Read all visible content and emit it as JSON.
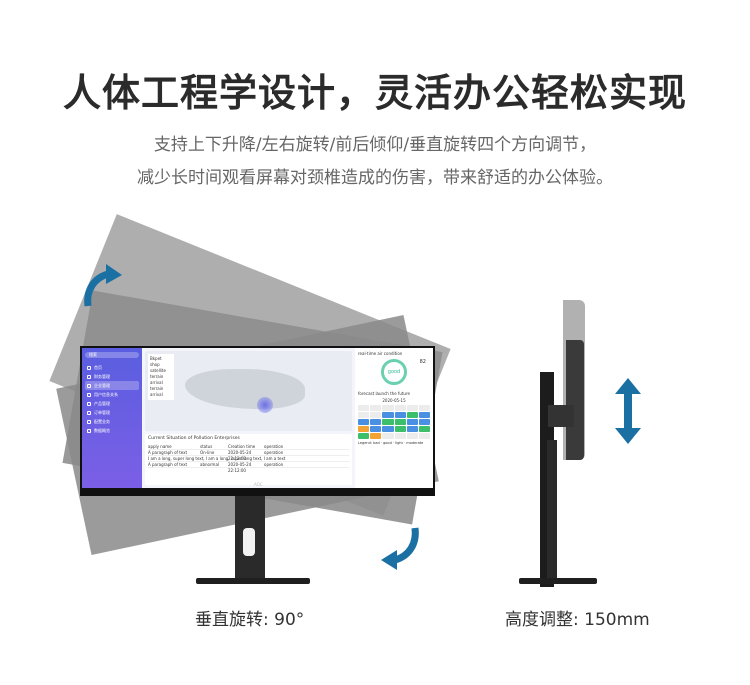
{
  "headline": "人体工程学设计，灵活办公轻松实现",
  "subline1": "支持上下升降/左右旋转/前后倾仰/垂直旋转四个方向调节，",
  "subline2": "减少长时间观看屏幕对颈椎造成的伤害，带来舒适的办公体验。",
  "caption_left": "垂直旋转: 90°",
  "caption_right": "高度调整: 150mm",
  "colors": {
    "arrow": "#1a6fa3",
    "sidebar": "#5a5ee0"
  },
  "screen_ui": {
    "search": "搜索",
    "nav": [
      "首页",
      "财务管理",
      "企业管理",
      "用户信息关系",
      "产品管理",
      "订单管理",
      "配置业务",
      "数据概览"
    ],
    "map_legend": [
      "Bkpet",
      "shop",
      "satellite",
      "terrain",
      "arrival",
      "terrain",
      "arrival"
    ],
    "table_title": "Current Situation of Pollution Enterprises",
    "table_headers": [
      "apply name",
      "status",
      "Creation time",
      "operation"
    ],
    "table_rows": [
      [
        "A paragraph of text",
        "On-line",
        "2020-05-24 22:12:00",
        "operation"
      ],
      [
        "I am a long, super long text, I am a long, super long text, I am a text",
        "",
        "",
        ""
      ],
      [
        "A paragraph of text",
        "abnormal",
        "2020-05-24 22:12:00",
        "operation"
      ]
    ],
    "aq_title": "real-time air condition",
    "aqi": "82",
    "aq_status": "good",
    "forecast_title": "forecast launch the future",
    "cal_label": "2020-05-15",
    "legend": "Legend: bad · good · light · moderate",
    "logo": "AOC"
  }
}
